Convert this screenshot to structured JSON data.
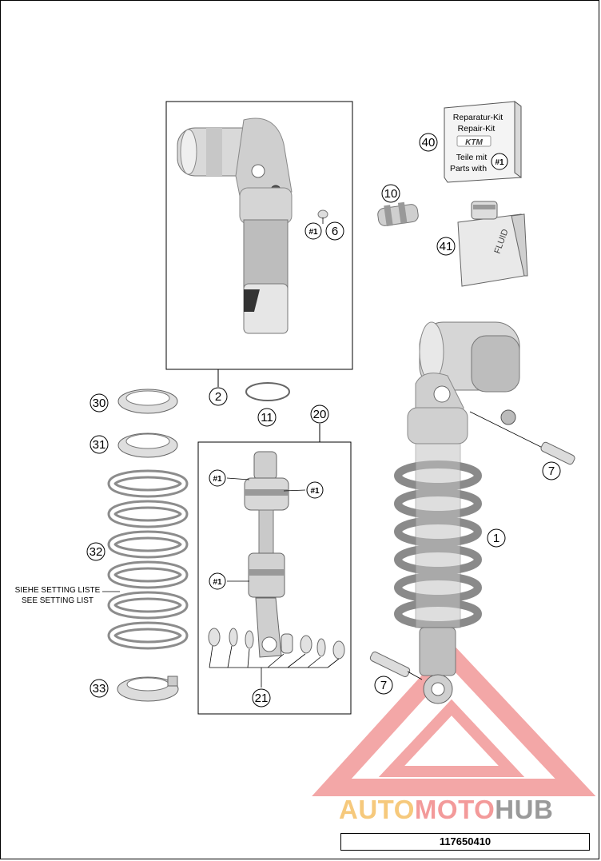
{
  "callouts": {
    "c1": "1",
    "c2": "2",
    "c6": "6",
    "c7a": "7",
    "c7b": "7",
    "c10": "10",
    "c11": "11",
    "c20": "20",
    "c21": "21",
    "c30": "30",
    "c31": "31",
    "c32": "32",
    "c33": "33",
    "c40": "40",
    "c41": "41"
  },
  "refs": {
    "r1": "#1",
    "r2": "#1",
    "r3": "#1",
    "r4": "#1",
    "r5": "#1"
  },
  "kit": {
    "line1": "Reparatur-Kit",
    "line2": "Repair-Kit",
    "line3": "Teile mit",
    "line4": "Parts with",
    "ref": "#1",
    "brand": "KTM"
  },
  "fluid_label": "FLUID",
  "setting_note": {
    "line1": "SIEHE SETTING LISTE",
    "line2": "SEE SETTING LIST"
  },
  "watermark": {
    "part1": "AUTO",
    "part2": "MOTO",
    "part3": "HUB"
  },
  "part_number": "117650410"
}
